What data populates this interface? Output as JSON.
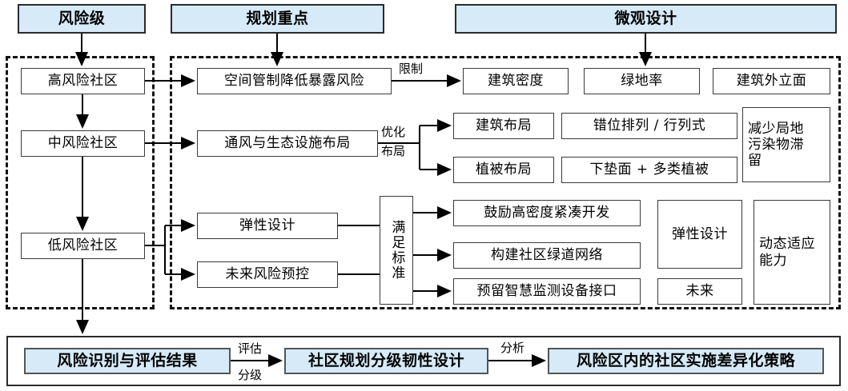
{
  "headers": [
    {
      "label": "风险级"
    },
    {
      "label": "规划重点"
    },
    {
      "label": "微观设计"
    }
  ],
  "risk_levels": [
    {
      "label": "高风险社区"
    },
    {
      "label": "中风险社区"
    },
    {
      "label": "低风险社区"
    }
  ],
  "planning_focus": [
    {
      "label": "空间管制降低暴露风险"
    },
    {
      "label": "通风与生态设施布局"
    },
    {
      "label": "弹性设计"
    },
    {
      "label": "未来风险预控"
    }
  ],
  "criteria_gate": {
    "label": "满足标准"
  },
  "micro_design": {
    "row1": [
      {
        "label": "建筑密度"
      },
      {
        "label": "绿地率"
      },
      {
        "label": "建筑外立面"
      }
    ],
    "row2": [
      {
        "label": "建筑布局"
      },
      {
        "label": "错位排列 / 行列式"
      }
    ],
    "row3": [
      {
        "label": "植被布局"
      },
      {
        "label": "下垫面 + 多类植被"
      }
    ],
    "outcome_air": {
      "label": "减少局地\n污染物滞\n留"
    },
    "row4": [
      {
        "label": "鼓励高密度紧凑开发"
      }
    ],
    "row5": [
      {
        "label": "构建社区绿道网络"
      }
    ],
    "row6": [
      {
        "label": "预留智慧监测设备接口"
      }
    ],
    "tag_flexible": {
      "label": "弹性设计"
    },
    "tag_future": {
      "label": "未来"
    },
    "outcome_adaptive": {
      "label": "动态适应\n能力"
    }
  },
  "edge_labels": [
    {
      "label": "限制"
    },
    {
      "label": "优化"
    },
    {
      "label": "布局"
    },
    {
      "label": "评估"
    },
    {
      "label": "分级"
    },
    {
      "label": "分析"
    }
  ],
  "bottom_flow": [
    {
      "label": "风险识别与评估结果"
    },
    {
      "label": "社区规划分级韧性设计"
    },
    {
      "label": "风险区内的社区实施差异化策略"
    }
  ],
  "colors": {
    "header_fill": "#d6eaf8",
    "box_stroke": "#2b2b2b",
    "line": "#000000",
    "page_bg": "#ffffff"
  }
}
